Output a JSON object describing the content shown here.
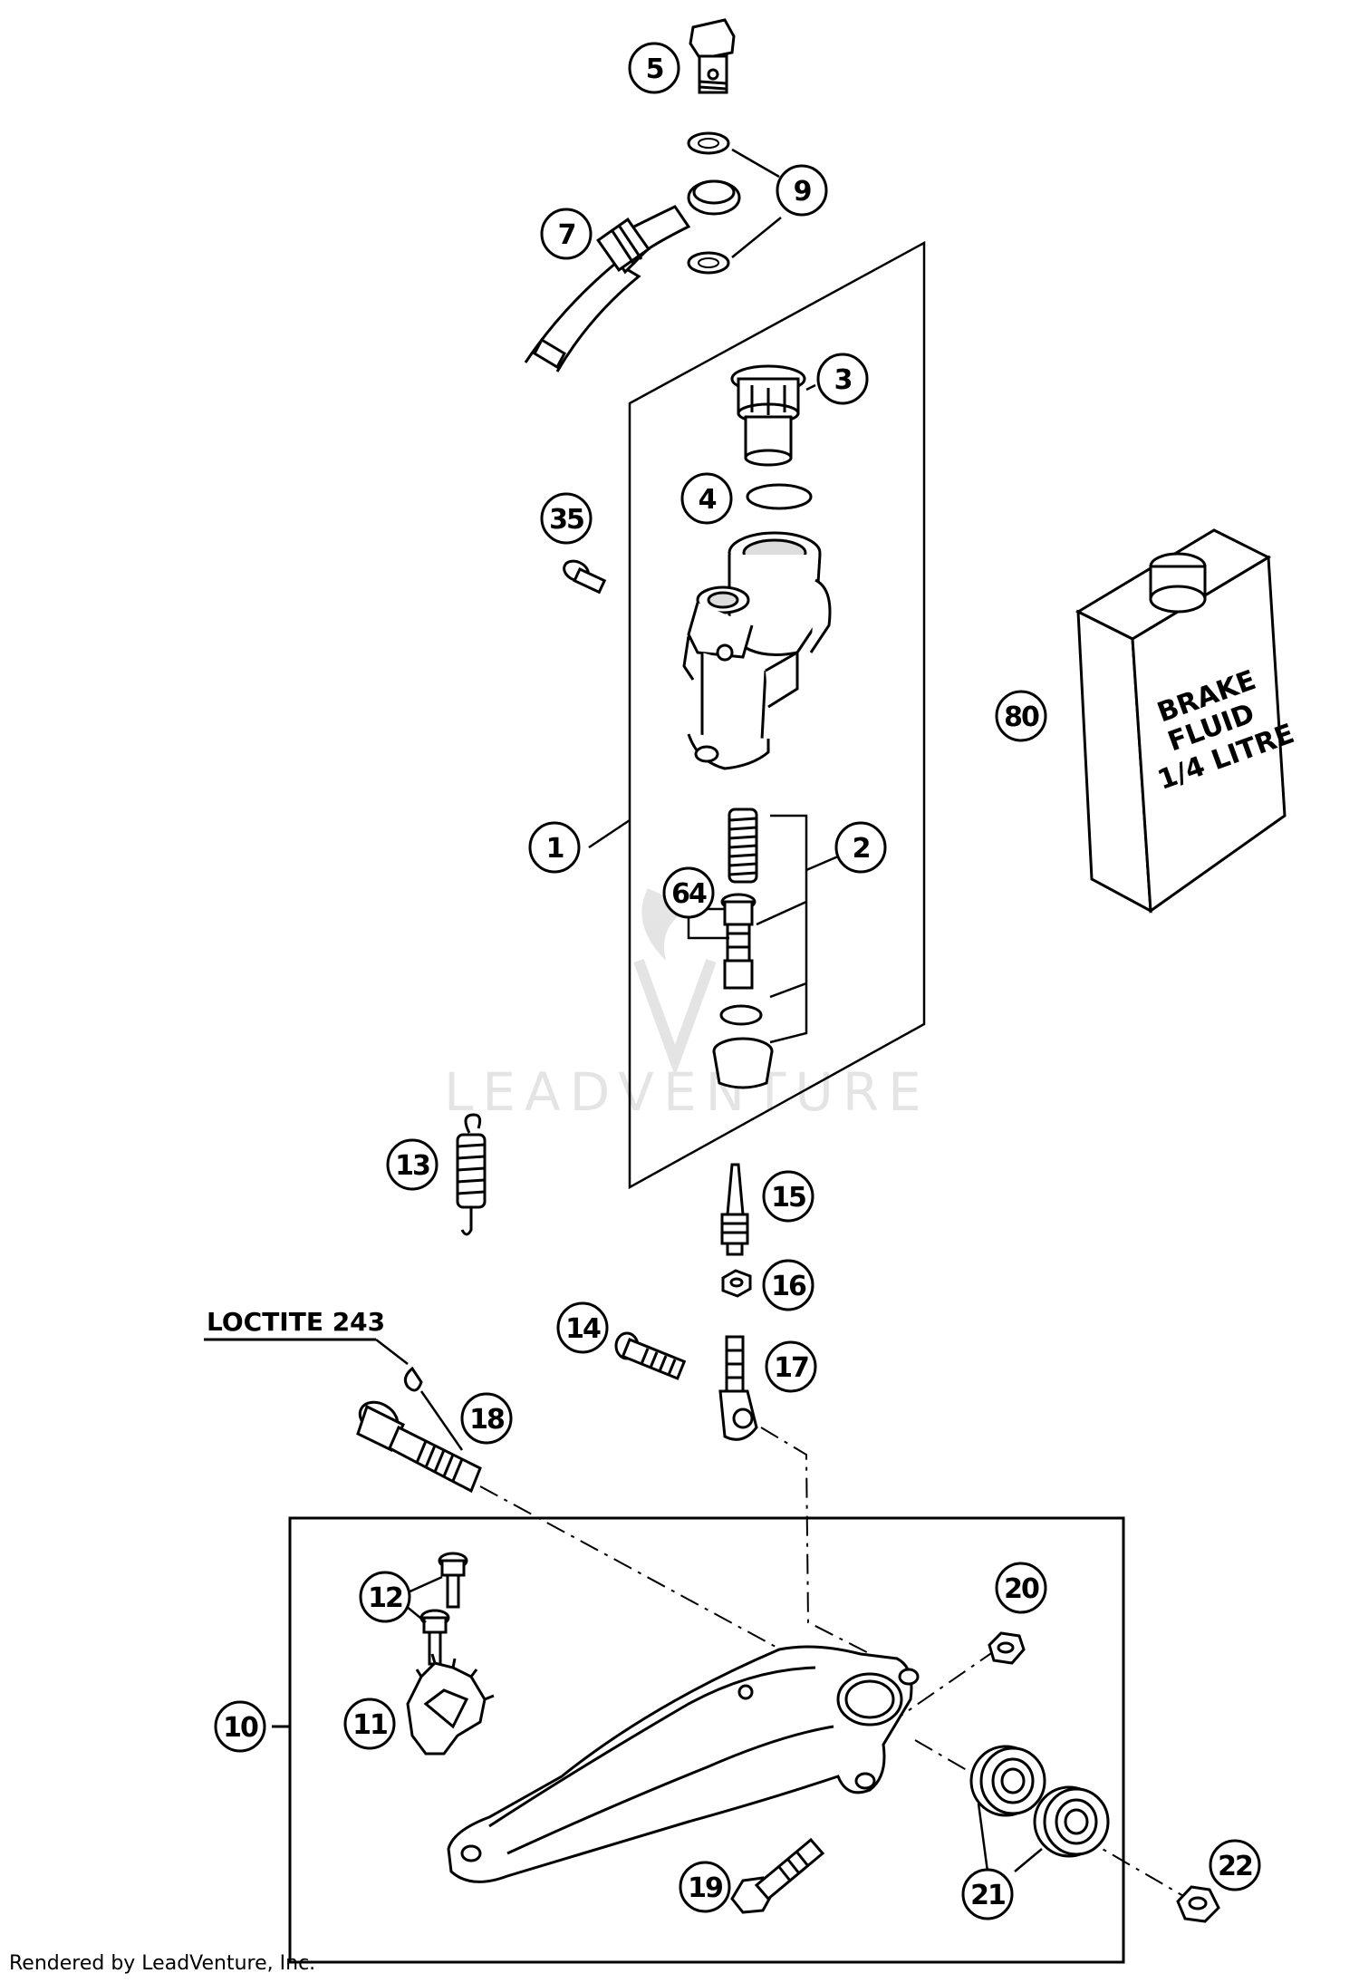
{
  "callouts": [
    "1",
    "2",
    "3",
    "4",
    "5",
    "7",
    "9",
    "10",
    "11",
    "12",
    "13",
    "14",
    "15",
    "16",
    "17",
    "18",
    "19",
    "20",
    "21",
    "22",
    "35",
    "64",
    "80"
  ],
  "note_label": "LOCTITE 243",
  "fluid_can_label": [
    "BRAKE",
    "FLUID",
    "1/4 LITRE"
  ],
  "watermark": "LEADVENTURE",
  "footer": "Rendered by LeadVenture, Inc."
}
